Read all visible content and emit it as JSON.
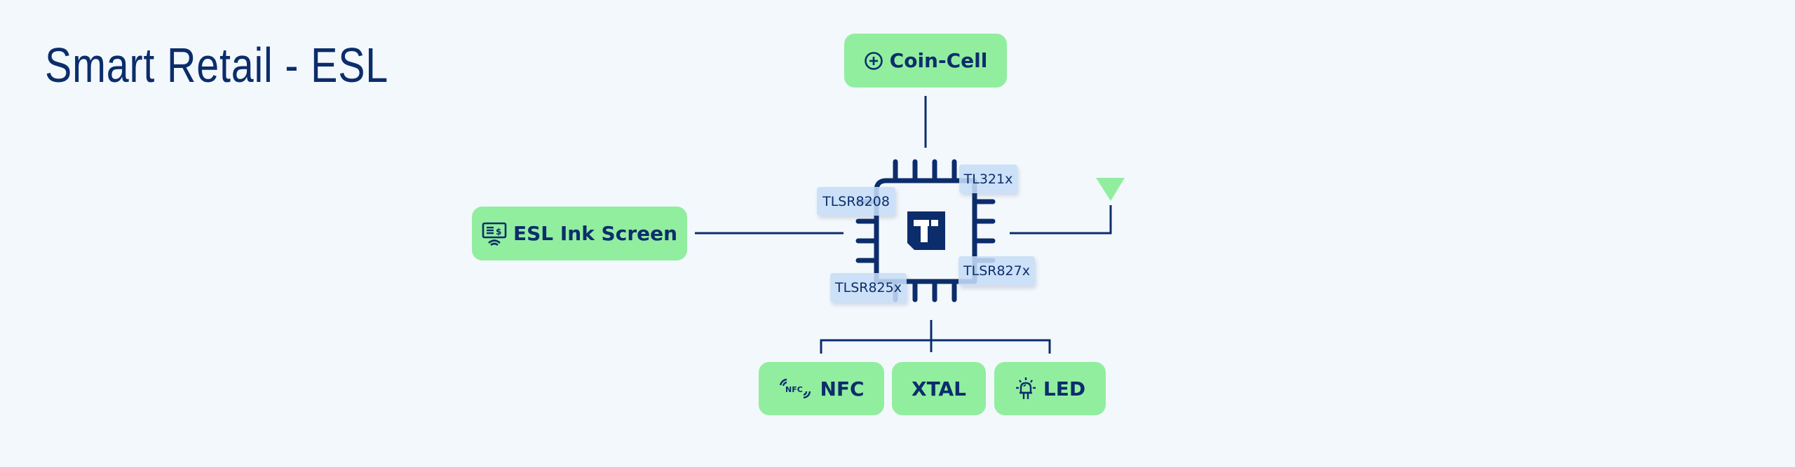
{
  "title": "Smart Retail - ESL",
  "colors": {
    "background": "#f3f8fc",
    "navy": "#0c2d6b",
    "module_green": "#91ee9f",
    "label_blue": "#c6ddf7",
    "antenna_green": "#91ee9f"
  },
  "top_module": {
    "label": "Coin-Cell",
    "icon": "battery-plus-icon"
  },
  "left_module": {
    "label": "ESL Ink Screen",
    "icon": "esl-price-tag-icon"
  },
  "antenna": {
    "icon": "antenna-icon"
  },
  "chip": {
    "logo": "telink-t-logo",
    "labels": [
      "TLSR8208",
      "TL321x",
      "TLSR827x",
      "TLSR825x"
    ]
  },
  "bottom_modules": [
    {
      "label": "NFC",
      "icon": "nfc-icon"
    },
    {
      "label": "XTAL",
      "icon": ""
    },
    {
      "label": "LED",
      "icon": "led-icon"
    }
  ]
}
